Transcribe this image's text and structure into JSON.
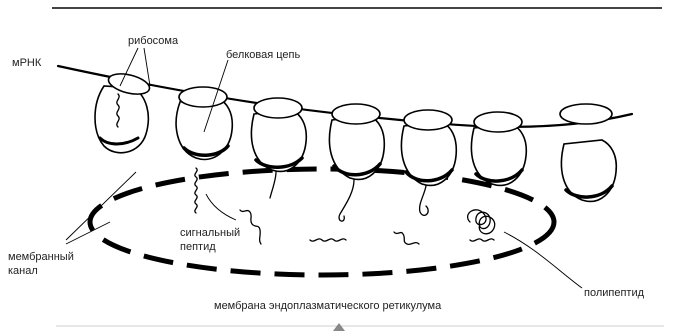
{
  "labels": {
    "ribosome": "рибосома",
    "mrna": "мРНК",
    "protein_chain": "белковая цепь",
    "signal_peptide_line1": "сигнальный",
    "signal_peptide_line2": "пептид",
    "membrane_channel_line1": "мембранный",
    "membrane_channel_line2": "канал",
    "polypeptide": "полипептид",
    "er_membrane": "мембрана эндоплазматического ретикулума"
  },
  "colors": {
    "ink": "#000000",
    "label_text": "#222222",
    "frame_line": "#444444",
    "background": "#ffffff"
  }
}
